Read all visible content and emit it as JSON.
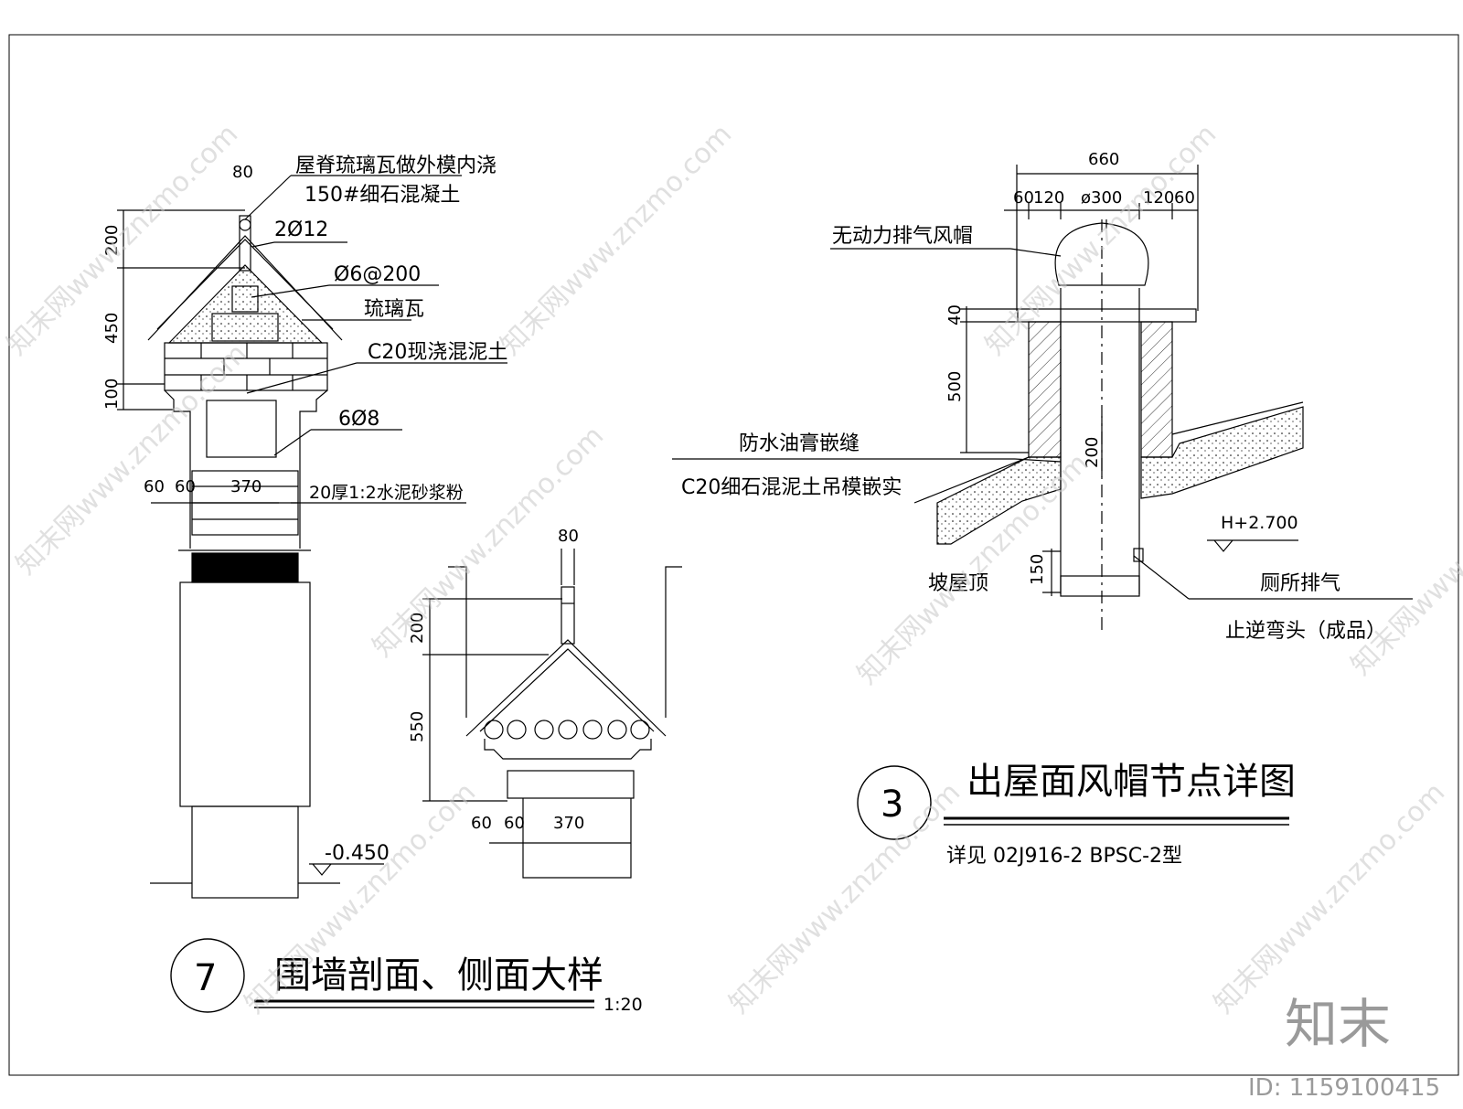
{
  "detail7": {
    "number": "7",
    "title": "围墙剖面、侧面大样",
    "scale": "1:20",
    "labels": {
      "ridge_line1": "屋脊琉璃瓦做外模内浇",
      "ridge_line2": "150#细石混凝土",
      "rebar_main": "2Ø12",
      "stirrup": "Ø6@200",
      "glazed_tile": "琉璃瓦",
      "concrete": "C20现浇混泥土",
      "rebar_bottom": "6Ø8",
      "plaster": "20厚1:2水泥砂浆粉"
    },
    "dims": {
      "top_width": "80",
      "h200": "200",
      "h450": "450",
      "h100": "100",
      "w60a": "60",
      "w60b": "60",
      "w370": "370"
    },
    "elevation": "-0.450",
    "side_dims": {
      "top_width": "80",
      "h200": "200",
      "h550": "550",
      "w60a": "60",
      "w60b": "60",
      "w370": "370"
    }
  },
  "detail3": {
    "number": "3",
    "title": "出屋面风帽节点详图",
    "ref": "详见 02J916-2 BPSC-2型",
    "labels": {
      "cap": "无动力排气风帽",
      "sealant": "防水油膏嵌缝",
      "c20_fill": "C20细石混泥土吊模嵌实",
      "slope_roof": "坡屋顶",
      "exhaust": "厕所排气",
      "check_elbow": "止逆弯头（成品）"
    },
    "dims": {
      "total": "660",
      "d60a": "60",
      "d120a": "120",
      "d300": "ø300",
      "d120b": "120",
      "d60b": "60",
      "h40": "40",
      "h500": "500",
      "h200": "200",
      "h150": "150"
    },
    "elevation": "H+2.700"
  },
  "watermark": {
    "text": "知末网www.znzmo.com",
    "logo": "知末",
    "id": "ID: 1159100415"
  }
}
